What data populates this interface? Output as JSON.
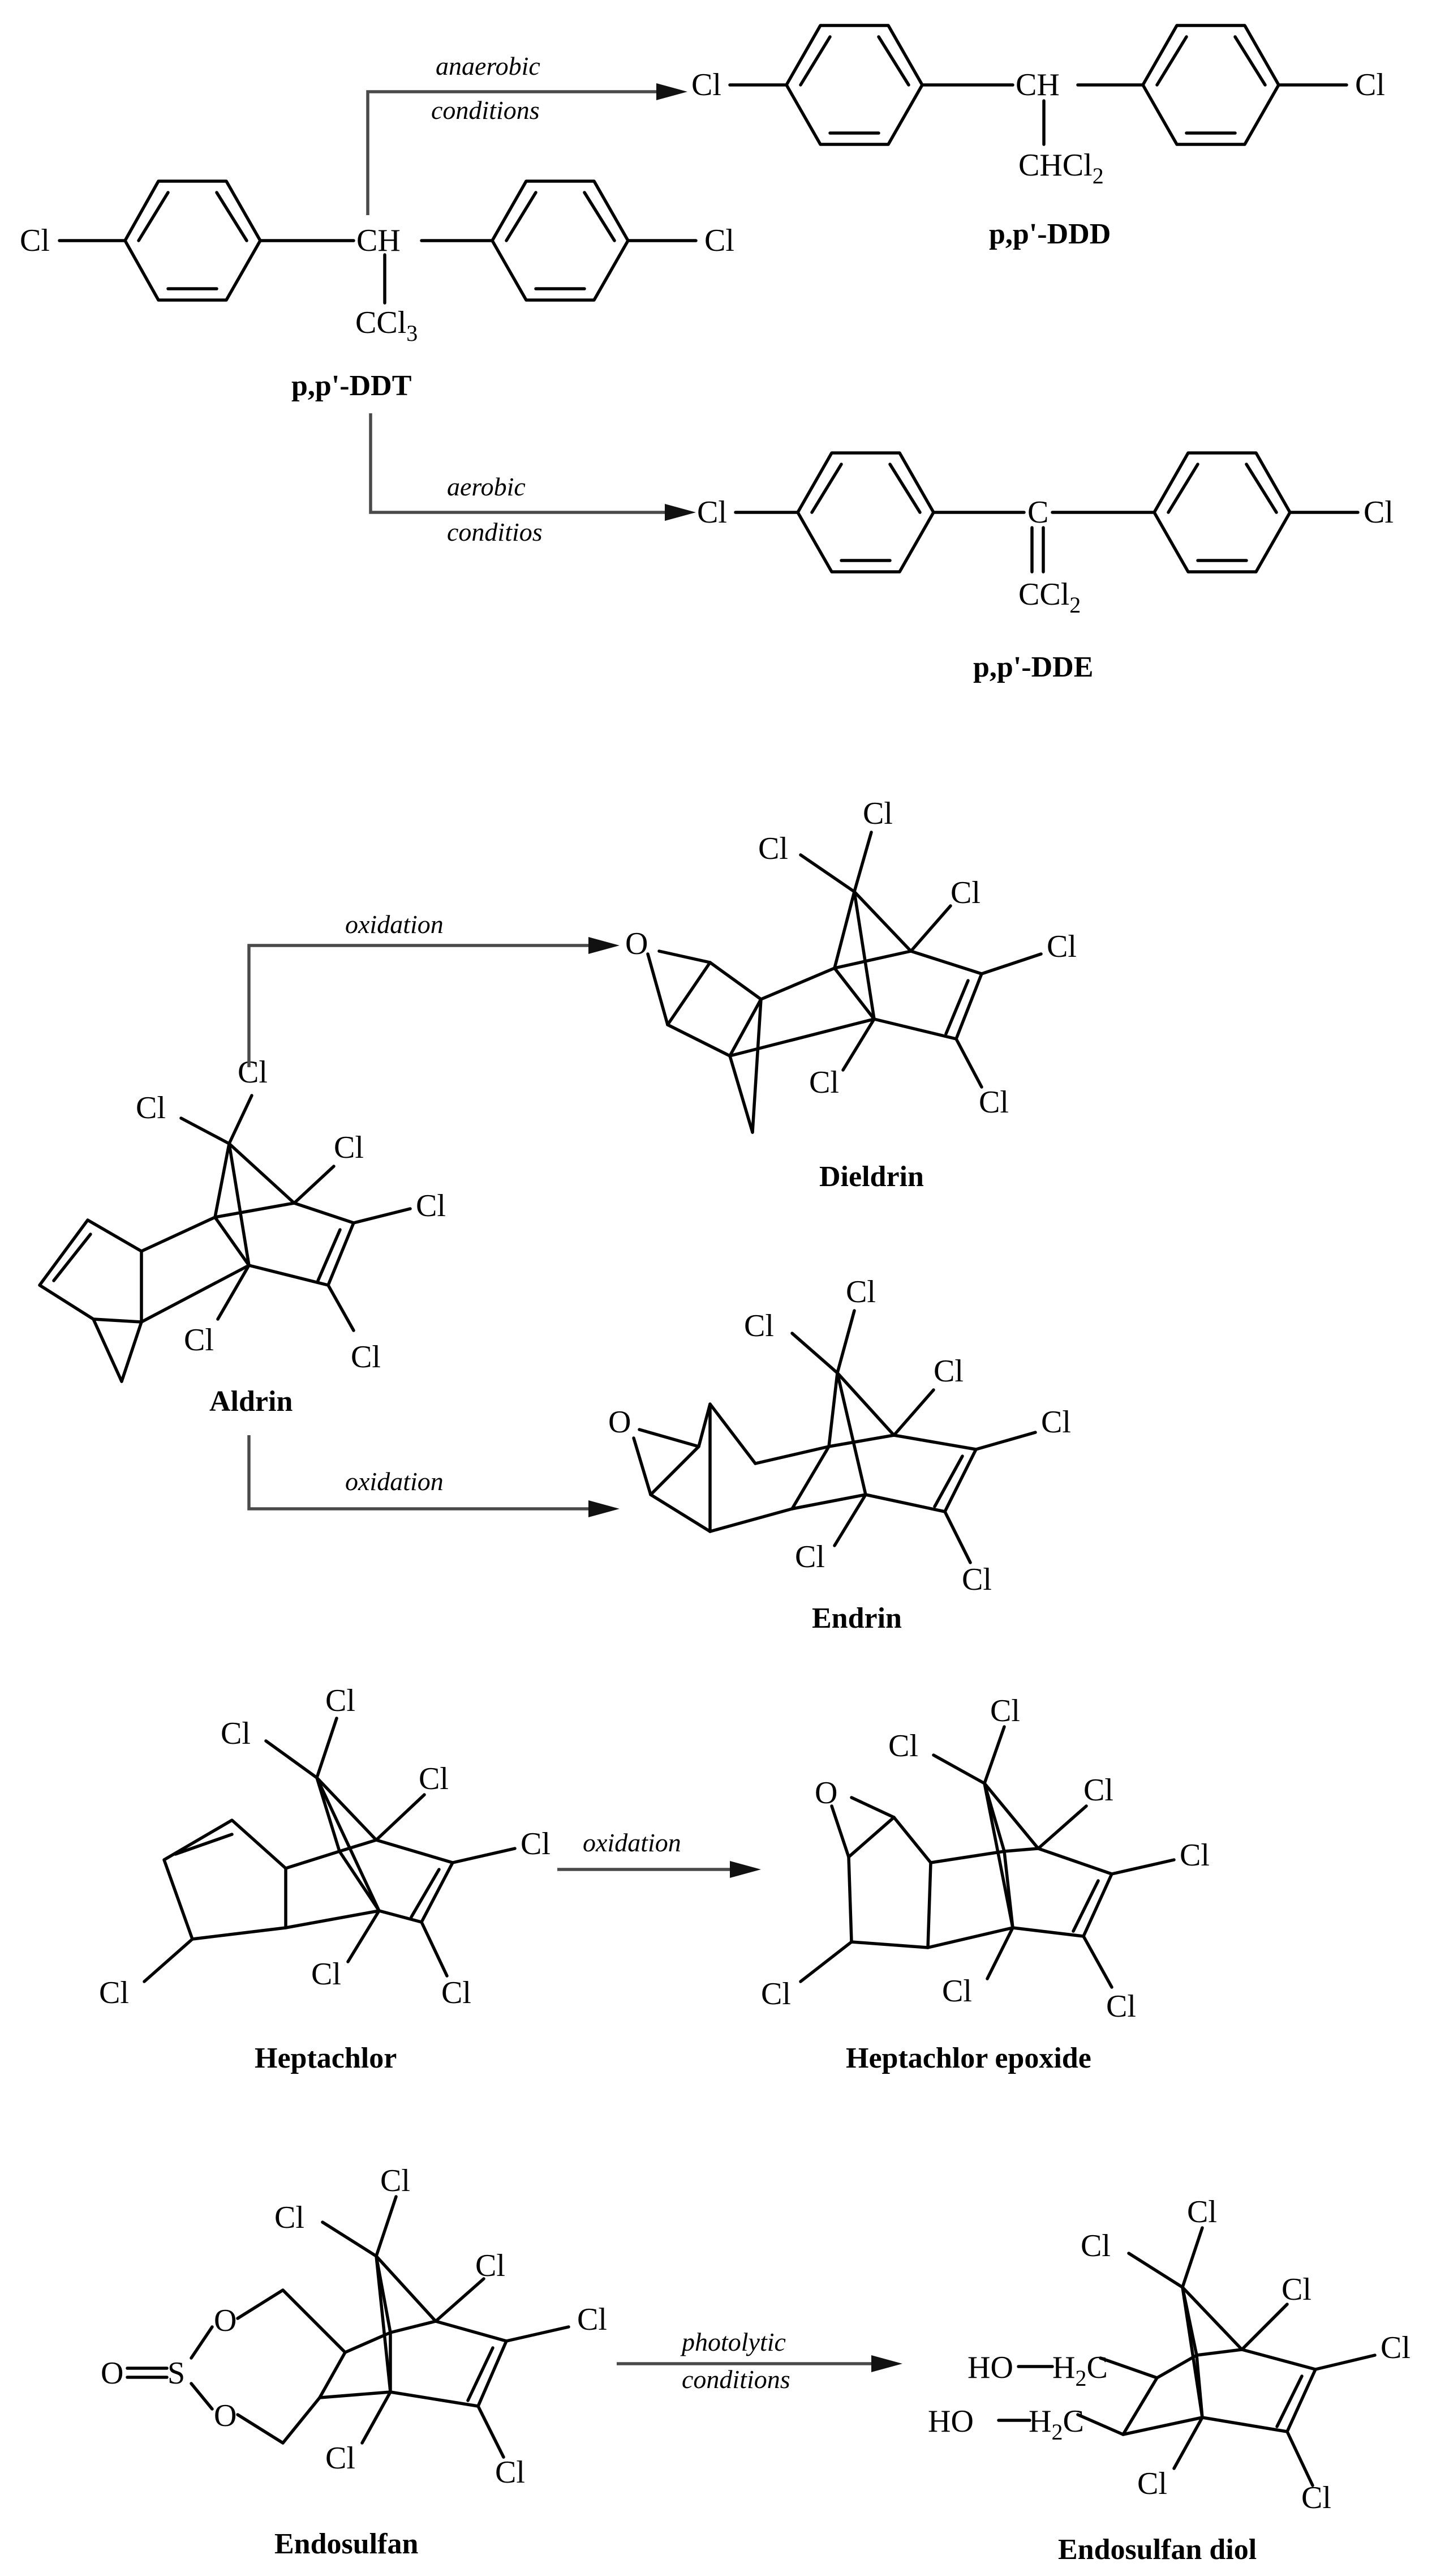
{
  "compounds": {
    "ddt": "p,p'-DDT",
    "ddd": "p,p'-DDD",
    "dde": "p,p'-DDE",
    "dieldrin": "Dieldrin",
    "aldrin": "Aldrin",
    "endrin": "Endrin",
    "heptachlor": "Heptachlor",
    "heptachlor_epoxide": "Heptachlor epoxide",
    "endosulfan": "Endosulfan",
    "endosulfan_diol": "Endosulfan diol"
  },
  "conditions": {
    "ddt_to_ddd_1": "anaerobic",
    "ddt_to_ddd_2": "conditions",
    "ddt_to_dde_1": "aerobic",
    "ddt_to_dde_2": "conditios",
    "aldrin_to_dieldrin": "oxidation",
    "aldrin_to_endrin": "oxidation",
    "heptachlor_to_epoxide": "oxidation",
    "endosulfan_to_diol_1": "photolytic",
    "endosulfan_to_diol_2": "conditions"
  },
  "atoms": {
    "cl": "Cl",
    "ch": "CH",
    "c": "C",
    "o": "O",
    "s": "S",
    "ho": "HO",
    "ccl": "CCl",
    "chcl": "CHCl",
    "h": "H",
    "sub2": "2",
    "sub3": "3"
  }
}
